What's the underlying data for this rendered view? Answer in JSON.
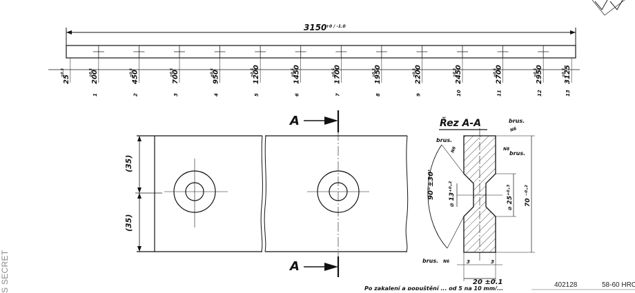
{
  "drawing": {
    "overall_length": "3150",
    "overall_tol": "+0 / -1.0",
    "position_tol": "±0.5",
    "hole_positions": [
      "25",
      "200",
      "450",
      "700",
      "950",
      "1200",
      "1450",
      "1700",
      "1950",
      "2200",
      "2450",
      "2700",
      "2950",
      "3125"
    ],
    "hole_numbers": [
      "1",
      "2",
      "3",
      "4",
      "5",
      "6",
      "7",
      "8",
      "9",
      "10",
      "11",
      "12",
      "13"
    ],
    "detail_dim_top": "(35)",
    "detail_dim_bottom": "(35)",
    "section_mark": "A",
    "section_title": "Řez A-A",
    "grind_label": "brus.",
    "roughness_n6": "N6",
    "roughness_n8": "N8",
    "angle": "90°±30'",
    "dia_small": "⌀ 13⁺⁰·²",
    "dia_large": "⌀ 25⁺⁰·³",
    "height": "70 ⁻⁰·²",
    "chamfer": "3",
    "width": "20 ±0.1",
    "bottom_note": "Po zakalení a popuštění ... od 5 na 10 mm/...",
    "drawing_no": "402128",
    "hardness": "58-60 HRC",
    "side_stamp": "S SECRET"
  }
}
